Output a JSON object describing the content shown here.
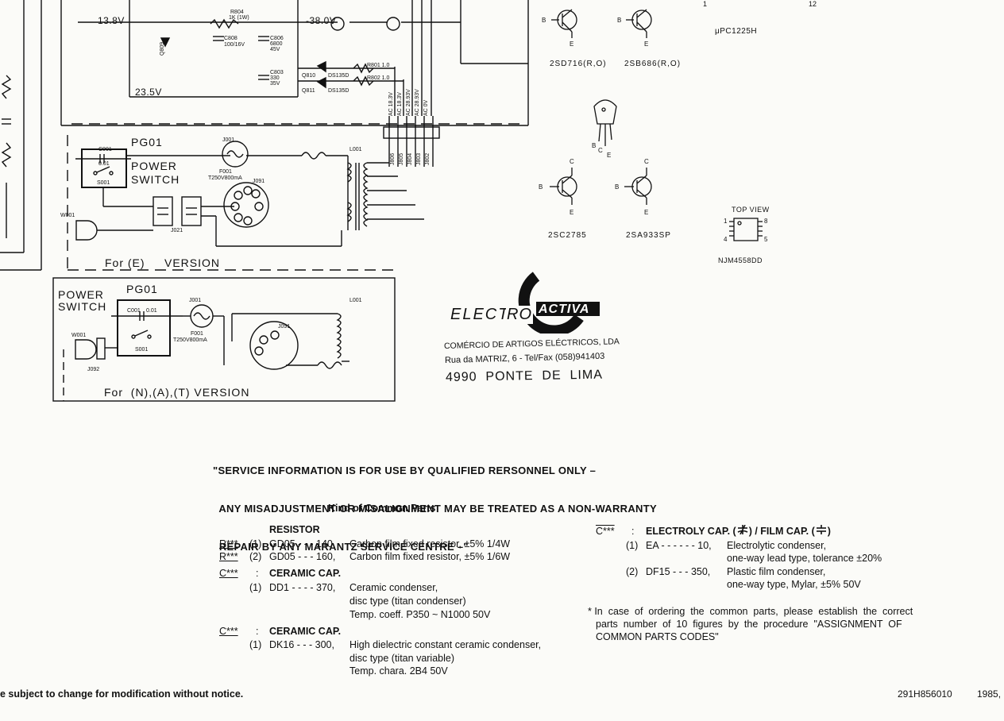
{
  "schematic": {
    "voltages": {
      "v1": "13.8V",
      "v2": "-38.0V",
      "v3": "23.5V"
    },
    "upper_labels": {
      "c808": "C808",
      "c808_val": "100/16V",
      "c806": "C806",
      "c806_val1": "6800",
      "c806_val2": "45V",
      "c803": "C803",
      "c803_val1": "330",
      "c803_val2": "35V",
      "q810": "Q810",
      "q811": "Q811",
      "d1": "DS135D",
      "d2": "DS135D",
      "r801": "R801 1.0",
      "r802": "R802 1.0",
      "r804": "R804",
      "r804_val": "1K (1W)",
      "q809": "Q809"
    },
    "ac_labels": [
      "AC 18.3V",
      "AC 18.3V",
      "AC 28.93V",
      "AC 28.93V",
      "AC 0V"
    ],
    "jack_labels": [
      "J806",
      "J805",
      "J804",
      "J803",
      "J802"
    ],
    "e_version": {
      "pg01": "PG01",
      "j001": "J001",
      "c001": "C001",
      "c001_val": "0.01",
      "s001": "S001",
      "power": "POWER",
      "switch": "SWITCH",
      "f001": "F001",
      "f001_val": "T250V800mA",
      "j091": "J091",
      "l001": "L001",
      "j021": "J021",
      "w001": "W001",
      "caption": "For (E)     VERSION"
    },
    "n_version": {
      "power": "POWER",
      "switch": "SWITCH",
      "pg01": "PG01",
      "c001": "C001",
      "c001_val": "0.01",
      "j001": "J001",
      "f001": "F001",
      "f001_val": "T250V800mA",
      "s001": "S001",
      "w001": "W001",
      "j092": "J092",
      "j091": "J091",
      "l001": "L001",
      "caption": "For  (N),(A),(T) VERSION"
    }
  },
  "components": {
    "top_right": [
      "1",
      "12"
    ],
    "ic1": "μPC1225H",
    "tr1": "2SD716(R,O)",
    "tr2": "2SB686(R,O)",
    "tr3": "2SC2785",
    "tr4": "2SA933SP",
    "pins": {
      "b": "B",
      "c": "C",
      "e": "E"
    },
    "top_view": "TOP VIEW",
    "ic2": "NJM4558DD",
    "ic2_pins": [
      "1",
      "8",
      "4",
      "5"
    ]
  },
  "stamp": {
    "brand_left": "ELECT",
    "brand_mid": "RO",
    "brand_right": "ACTIVA",
    "line1": "COMÉRCIO DE ARTIGOS ELÉCTRICOS, LDA",
    "line2": "Rua da MATRIZ, 6 - Tel/Fax (058)941403",
    "line3": "4990  PONTE  DE  LIMA"
  },
  "notice": {
    "line1": "\"SERVICE INFORMATION IS FOR USE BY QUALIFIED RERSONNEL ONLY –",
    "line2": "  ANY MISADJUSTMENT OR MISALIGNMENT MAY BE TREATED AS A NON-WARRANTY",
    "line3": "  REPAIR BY ANY MARANTZ SERVICE CENTRE –\""
  },
  "common_parts": {
    "title": "Kind of Common Parts",
    "resistor": {
      "heading": "RESISTOR",
      "rows": [
        {
          "code": "R***",
          "num": "(1)",
          "spec": "GD05 - - - 140,",
          "desc": "Carbon film fixed resistor,  ±5%  1/4W"
        },
        {
          "code": "R***",
          "num": "(2)",
          "spec": "GD05 - - - 160,",
          "desc": "Carbon film fixed resistor,  ±5%  1/6W"
        }
      ]
    },
    "ceramic1": {
      "code": "C***",
      "colon": ":",
      "heading": "CERAMIC CAP.",
      "num": "(1)",
      "spec": "DD1 - - - - 370,",
      "desc": [
        "Ceramic condenser,",
        "disc type (titan condenser)",
        "Temp. coeff. P350 ~ N1000  50V"
      ]
    },
    "ceramic2": {
      "code": "C***",
      "colon": ":",
      "heading": "CERAMIC CAP.",
      "num": "(1)",
      "spec": "DK16 - - - 300,",
      "desc": [
        "High dielectric constant ceramic condenser,",
        "disc type (titan variable)",
        "Temp. chara. 2B4  50V"
      ]
    },
    "electroly": {
      "code": "C***",
      "colon": ":",
      "heading": "ELECTROLY CAP. (",
      "heading_mid": ") / FILM CAP. (",
      "heading_end": ")",
      "rows": [
        {
          "num": "(1)",
          "spec": "EA - - - - - - 10,",
          "desc": [
            "Electrolytic condenser,",
            "one-way lead type, tolerance  ±20%"
          ]
        },
        {
          "num": "(2)",
          "spec": "DF15 - - - 350,",
          "desc": [
            "Plastic film condenser,",
            "one-way type, Mylar,  ±5%  50V"
          ]
        }
      ]
    },
    "note": [
      "* In  case  of  ordering  the  common  parts,  please  establish  the  correct",
      "parts  number  of  10  figures  by  the  procedure  \"ASSIGNMENT  OF",
      "COMMON PARTS CODES\""
    ]
  },
  "footer": {
    "left": "e subject to change for modification without notice.",
    "code": "291H856010",
    "year": "1985,"
  }
}
